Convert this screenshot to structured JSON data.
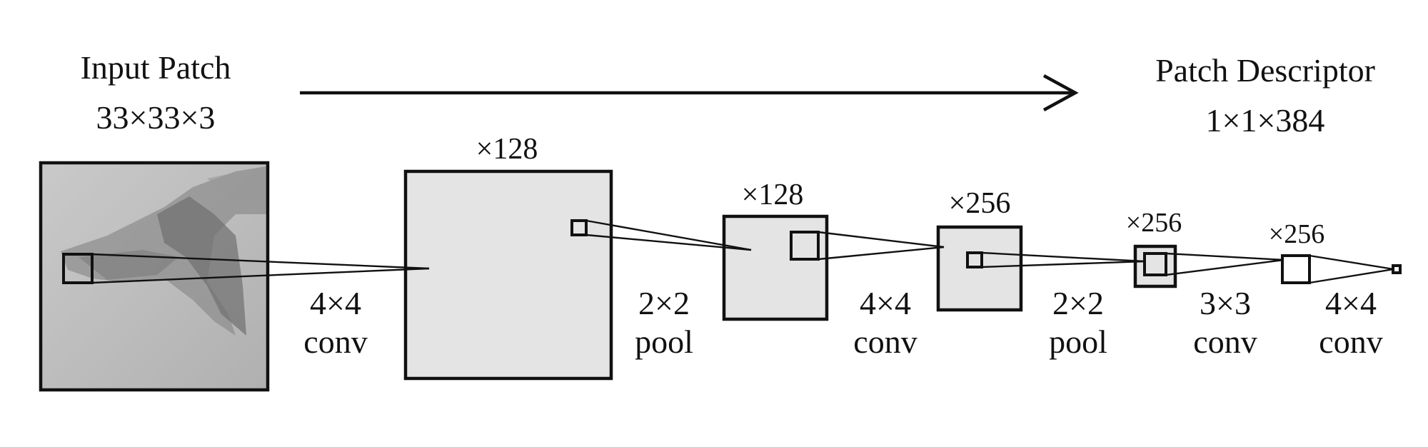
{
  "input": {
    "title": "Input Patch",
    "dims": "33×33×3"
  },
  "output": {
    "title": "Patch Descriptor",
    "dims": "1×1×384"
  },
  "channels": [
    "×128",
    "×128",
    "×256",
    "×256",
    "×256"
  ],
  "operations": [
    {
      "size": "4×4",
      "type": "conv"
    },
    {
      "size": "2×2",
      "type": "pool"
    },
    {
      "size": "4×4",
      "type": "conv"
    },
    {
      "size": "2×2",
      "type": "pool"
    },
    {
      "size": "3×3",
      "type": "conv"
    },
    {
      "size": "4×4",
      "type": "conv"
    }
  ]
}
